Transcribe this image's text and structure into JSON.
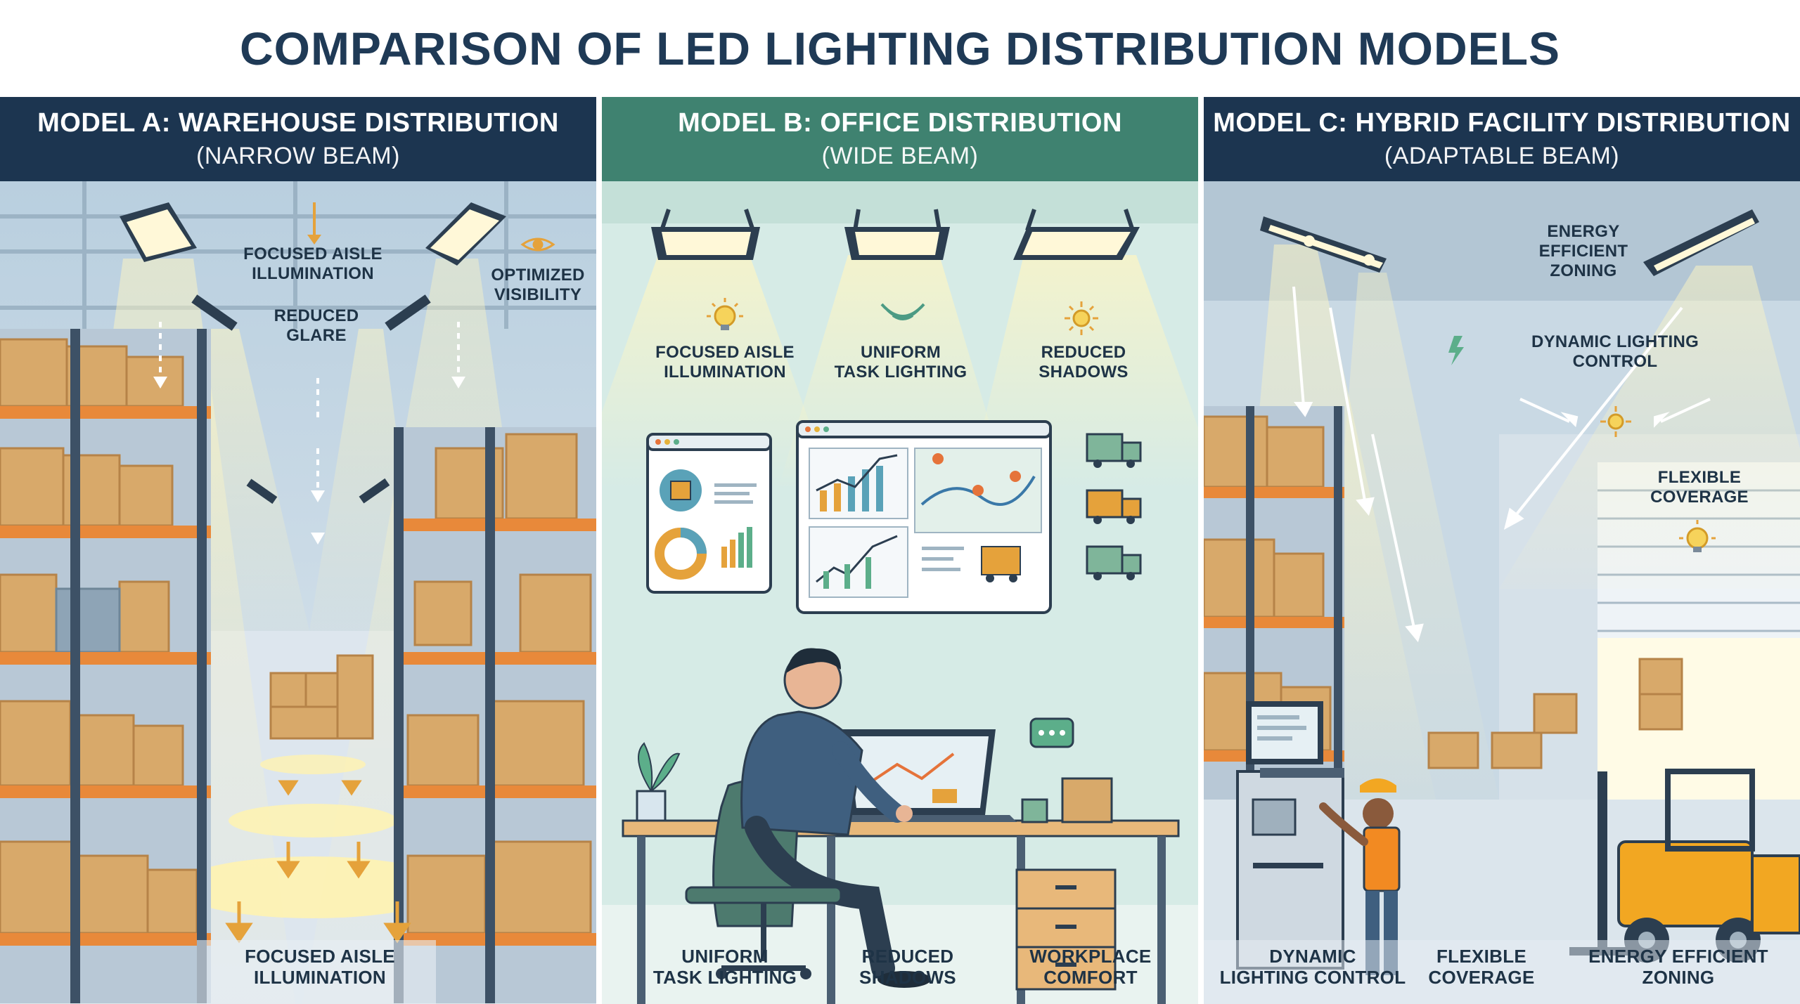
{
  "title": "COMPARISON OF LED LIGHTING DISTRIBUTION MODELS",
  "models": [
    {
      "heading": "MODEL A: WAREHOUSE DISTRIBUTION",
      "subheading": "(NARROW BEAM)",
      "header_color": "#1c3550",
      "callouts": [
        "FOCUSED AISLE\nILLUMINATION",
        "REDUCED\nGLARE",
        "OPTIMIZED\nVISIBILITY"
      ],
      "footer": [
        "FOCUSED AISLE\nILLUMINATION"
      ]
    },
    {
      "heading": "MODEL B: OFFICE DISTRIBUTION",
      "subheading": "(WIDE BEAM)",
      "header_color": "#3f8270",
      "callouts": [
        "FOCUSED AISLE\nILLUMINATION",
        "UNIFORM\nTASK LIGHTING",
        "REDUCED\nSHADOWS"
      ],
      "footer": [
        "UNIFORM\nTASK LIGHTING",
        "REDUCED\nSHADOWS",
        "WORKPLACE\nCOMFORT"
      ]
    },
    {
      "heading": "MODEL C: HYBRID FACILITY DISTRIBUTION",
      "subheading": "(ADAPTABLE BEAM)",
      "header_color": "#1c3550",
      "callouts": [
        "ENERGY\nEFFICIENT\nZONING",
        "DYNAMIC LIGHTING\nCONTROL",
        "FLEXIBLE\nCOVERAGE"
      ],
      "footer": [
        "DYNAMIC\nLIGHTING CONTROL",
        "FLEXIBLE\nCOVERAGE",
        "ENERGY EFFICIENT\nZONING"
      ]
    }
  ],
  "icons": {
    "panel_a": [
      "down-arrow-icon",
      "eye-icon"
    ],
    "panel_b": [
      "lightbulb-icon",
      "wave-icon",
      "sun-icon",
      "delivery-truck-icon"
    ],
    "panel_c": [
      "lightning-bolt-icon",
      "sun-icon",
      "lightbulb-icon"
    ]
  },
  "colors": {
    "light_beam": "#fff3b0",
    "shelf_orange": "#e8893a",
    "box_tan": "#d8a96a",
    "office_bg": "#d6ebe6",
    "warehouse_bg": "#c9d9e4"
  }
}
